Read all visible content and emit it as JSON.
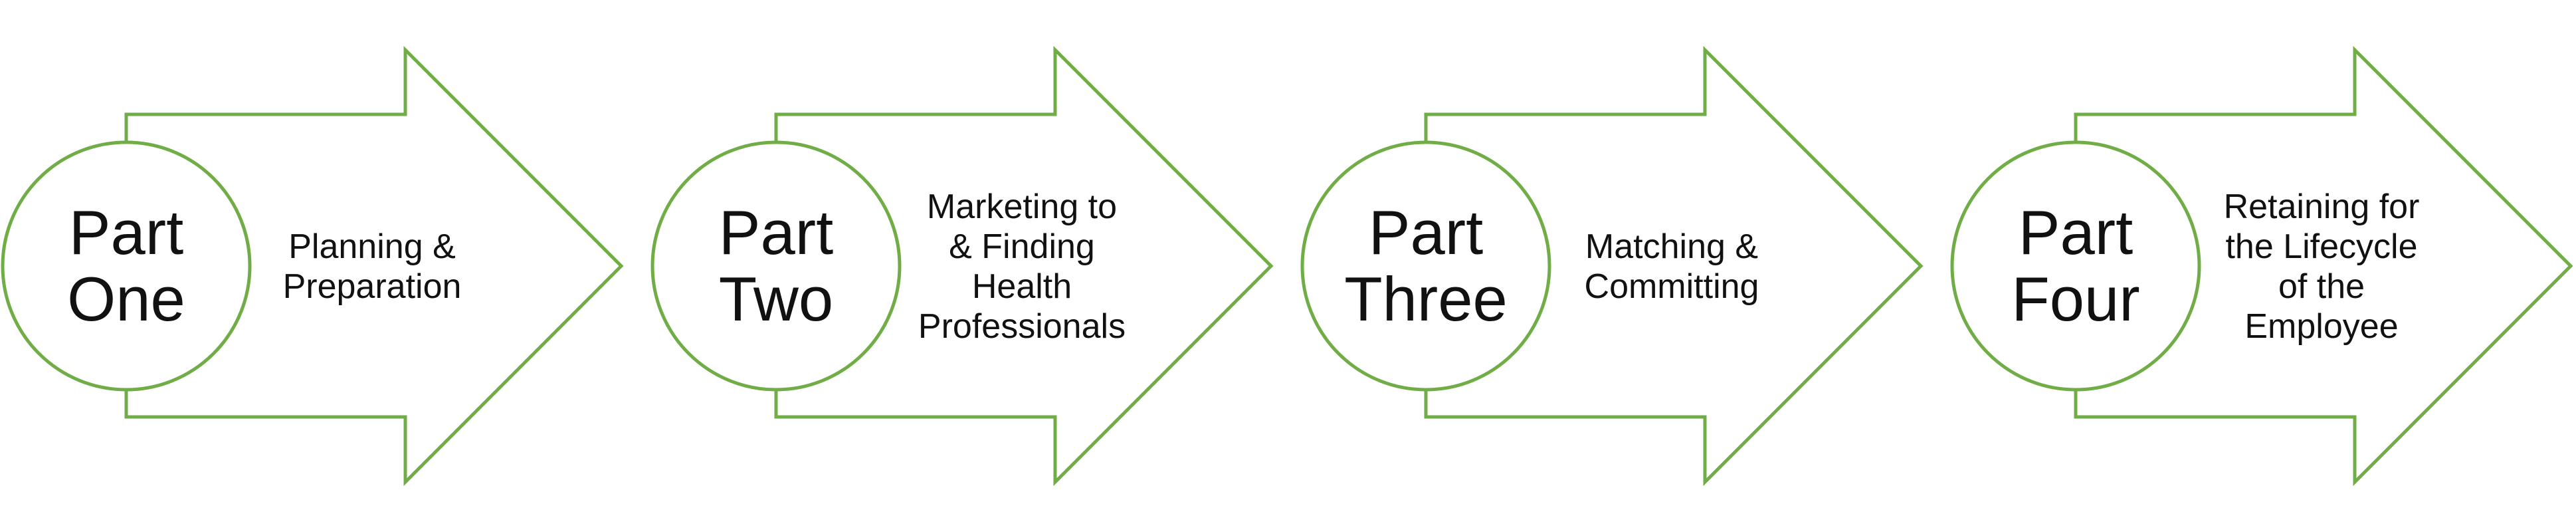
{
  "diagram": {
    "accent_color": "#70AD47",
    "steps": [
      {
        "circle_lines": [
          "Part",
          "One"
        ],
        "description_lines": [
          "Planning &",
          "Preparation"
        ]
      },
      {
        "circle_lines": [
          "Part",
          "Two"
        ],
        "description_lines": [
          "Marketing to",
          "& Finding",
          "Health",
          "Professionals"
        ]
      },
      {
        "circle_lines": [
          "Part",
          "Three"
        ],
        "description_lines": [
          "Matching &",
          "Committing"
        ]
      },
      {
        "circle_lines": [
          "Part",
          "Four"
        ],
        "description_lines": [
          "Retaining for",
          "the Lifecycle",
          "of the",
          "Employee"
        ]
      }
    ]
  }
}
